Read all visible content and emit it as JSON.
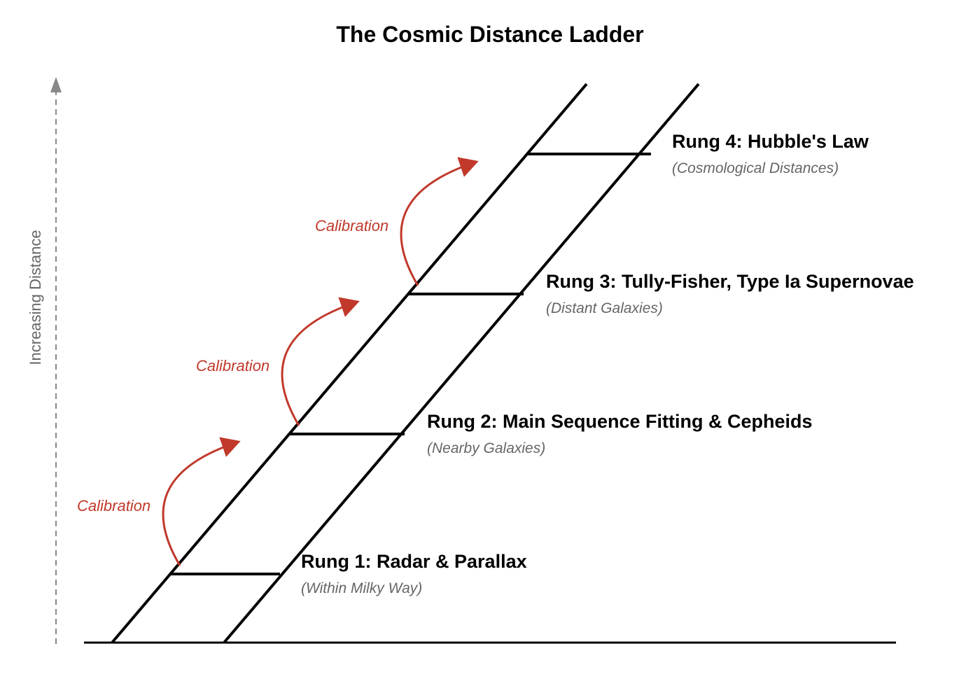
{
  "title": "The Cosmic Distance Ladder",
  "axis": {
    "label": "Increasing Distance"
  },
  "rungs": [
    {
      "label": "Rung 1: Radar & Parallax",
      "sublabel": "(Within Milky Way)"
    },
    {
      "label": "Rung 2: Main Sequence Fitting & Cepheids",
      "sublabel": "(Nearby Galaxies)"
    },
    {
      "label": "Rung 3: Tully-Fisher, Type Ia Supernovae",
      "sublabel": "(Distant Galaxies)"
    },
    {
      "label": "Rung 4: Hubble's Law",
      "sublabel": "(Cosmological Distances)"
    }
  ],
  "calibrations": [
    {
      "label": "Calibration"
    },
    {
      "label": "Calibration"
    },
    {
      "label": "Calibration"
    }
  ],
  "colors": {
    "ladder": "#000000",
    "calibration": "#c0392b",
    "axis": "#888888",
    "subtext": "#666666"
  }
}
